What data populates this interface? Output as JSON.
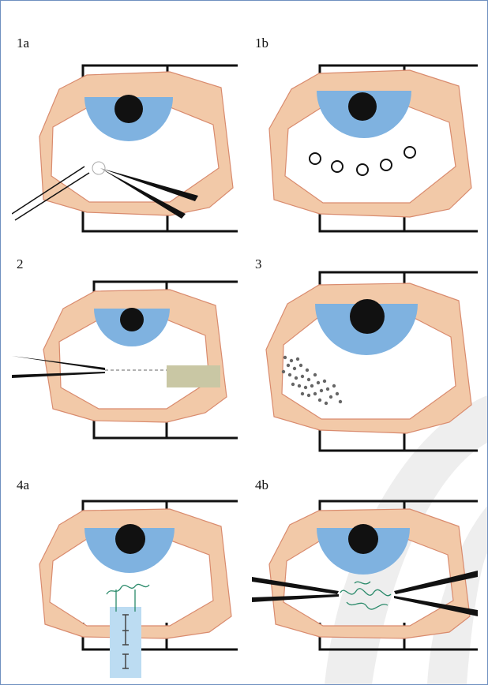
{
  "panels": [
    {
      "label": "1a"
    },
    {
      "label": "1b"
    },
    {
      "label": "2"
    },
    {
      "label": "3"
    },
    {
      "label": "4a"
    },
    {
      "label": "4b"
    }
  ],
  "colors": {
    "frame_border": "#6f8fbf",
    "skin": "#f2c9a8",
    "skin_edge": "#d98b6e",
    "iris": "#7fb2e0",
    "pupil": "#111111",
    "instrument": "#111111",
    "graft_sheet": "#c9c7a4",
    "stent_tube": "#bcdcf2",
    "suture": "#2a8a6a",
    "watermark": "#eeeeee"
  },
  "icons": {
    "forceps": "forceps-icon",
    "cannula": "cannula-icon",
    "graft": "graft-icon",
    "stent": "stent-icon",
    "sutures": "suture-icon"
  }
}
